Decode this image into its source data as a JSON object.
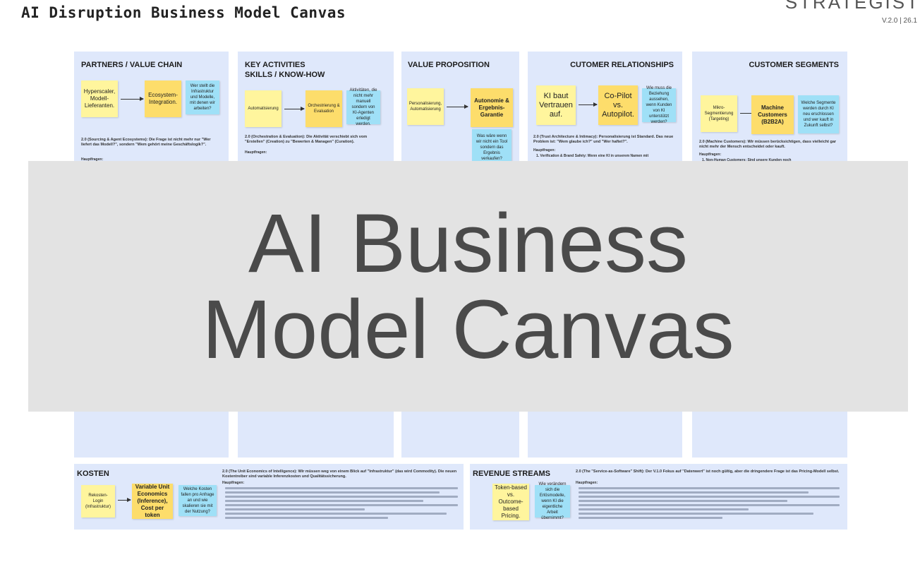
{
  "header": {
    "title": "AI Disruption Business Model Canvas",
    "brand": "STRATEGIST",
    "version": "V.2.0 | 26.1"
  },
  "panels": {
    "partners": {
      "title": "PARTNERS / VALUE CHAIN",
      "notes": [
        "Hyperscaler, Modell-Lieferanten.",
        "Ecosystem-Integration.",
        "Wer stellt die Infrastruktur und Modelle, mit denen wir arbeiten?"
      ],
      "text": "2.0 (Sourcing & Agent Ecosystems): Die Frage ist nicht mehr nur \"Wer liefert das Modell?\", sondern \"Wem gehört meine Geschäftslogik?\".",
      "subhead": "Hauptfragen:"
    },
    "activities": {
      "title": "KEY ACTIVITIES\nSKILLS / KNOW-HOW",
      "notes": [
        "Automatisierung",
        "Orchestrierung & Evaluation",
        "Aktivitäten, die nicht mehr manuell sondern von KI-Agenten erledigt werden."
      ],
      "text": "2.0 (Orchestration & Evaluation): Die Aktivität verschiebt sich vom \"Erstellen\" (Creation) zu \"Bewerten & Managen\" (Curation).",
      "subhead": "Hauptfragen:"
    },
    "value": {
      "title": "VALUE PROPOSITION",
      "notes": [
        "Personalisierung, Automatisierung",
        "Autonomie & Ergebnis-Garantie",
        "Was wäre wenn wir nicht ein Tool sondern das Ergebnis verkaufen?"
      ]
    },
    "relationships": {
      "title": "CUTOMER RELATIONSHIPS",
      "notes": [
        "KI baut Vertrauen auf.",
        "Co-Pilot vs. Autopilot.",
        "Wie muss die Beziehung aussehen, wenn Kunden von KI unterstützt werden?"
      ],
      "text": "2.0 (Trust Architecture & Intimacy): Personalisierung ist Standard. Das neue Problem ist: \"Wem glaube ich?\" und \"Wer haftet?\".",
      "subhead": "Hauptfragen:",
      "item": "1. Verification & Brand Safety: Wenn eine KI in unserem Namen mit"
    },
    "segments": {
      "title": "CUSTOMER SEGMENTS",
      "notes": [
        "Mikro-Segmentierung (Targeting)",
        "Machine Customers (B2B2A)",
        "Welche Segmente werden durch KI neu erschlossen und wer kauft in Zukunft selbst?"
      ],
      "text": "2.0 (Machine Customers): Wir müssen berücksichtigen, dass vielleicht gar nicht mehr der Mensch entscheidet oder kauft.",
      "subhead": "Hauptfragen:",
      "item": "1. Non-Human Customers: Sind unsere Kunden noch"
    },
    "costs": {
      "title": "KOSTEN",
      "notes": [
        "Rekosten-Login (Infrastruktur)",
        "Variable Unit Economics (Inference), Cost per token",
        "Welche Kosten fallen pro Anfrage an und wie skalieren sie mit der Nutzung?"
      ],
      "text": "2.0 (The Unit Economics of Intelligence): Wir müssen weg von einem Blick auf \"Infrastruktur\" (das wird Commodity). Die neuen Kostentreiber sind variable Inferenzkosten und Qualitätssicherung.",
      "subhead": "Hauptfragen:"
    },
    "revenue": {
      "title": "REVENUE STREAMS",
      "notes": [
        "Token-based vs. Outcome-based Pricing.",
        "Wie verändern sich die Erlösmodelle, wenn KI die eigentliche Arbeit übernimmt?"
      ],
      "text": "2.0 (The \"Service-as-Software\" Shift): Der V.1.0 Fokus auf \"Datenwert\" ist noch gültig, aber die dringendere Frage ist das Pricing-Modell selbst.",
      "subhead": "Hauptfragen:"
    }
  },
  "overlay": {
    "line1": "AI Business",
    "line2": "Model Canvas"
  }
}
